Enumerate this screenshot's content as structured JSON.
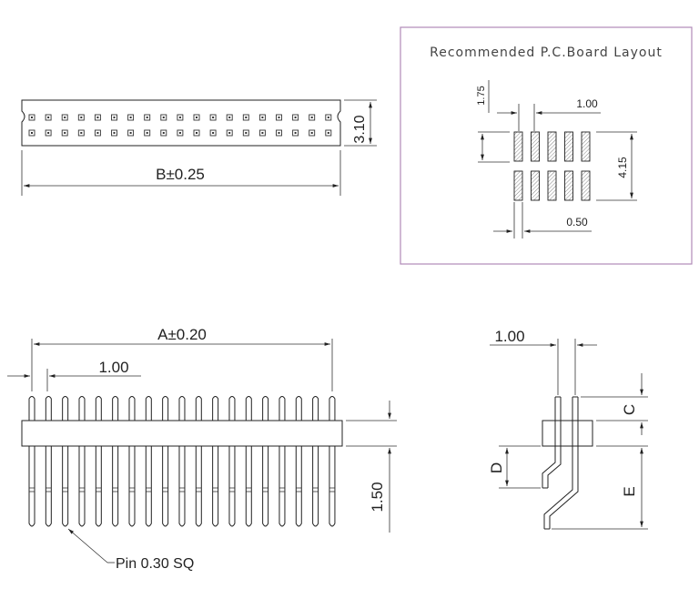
{
  "top_view": {
    "dim_width": "B±0.25",
    "dim_height": "3.10",
    "pins_per_row": 19
  },
  "layout": {
    "title": "Recommended P.C.Board Layout",
    "dim_row_offset": "1.75",
    "dim_pitch": "1.00",
    "dim_row_span": "4.15",
    "dim_pad_width": "0.50",
    "pads_per_row": 5
  },
  "front_view": {
    "dim_length": "A±0.20",
    "dim_pitch": "1.00",
    "dim_body_to_tail": "1.50",
    "pin_label": "Pin 0.30 SQ",
    "pin_count": 19
  },
  "side_view": {
    "dim_pitch": "1.00",
    "dim_c": "C",
    "dim_d": "D",
    "dim_e": "E"
  },
  "colors": {
    "line": "#222222",
    "layout_border": "#b08ab8"
  }
}
